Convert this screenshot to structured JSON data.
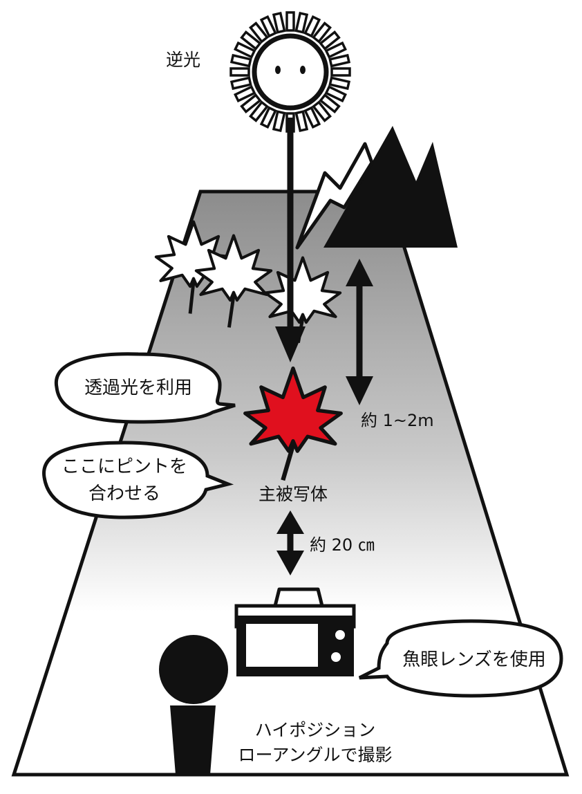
{
  "labels": {
    "backlight": "逆光",
    "transmitted_light": "透過光を利用",
    "focus_line1": "ここにピントを",
    "focus_line2": "合わせる",
    "subject": "主被写体",
    "distance_background": "約 1~2m",
    "distance_subject": "約 20 ㎝",
    "fisheye_lens": "魚眼レンズを使用",
    "position_line1": "ハイポジション",
    "position_line2": "ローアングルで撮影"
  },
  "colors": {
    "subject_leaf": "#e0101e",
    "ink": "#111111",
    "ground_top": "#8c8c8c",
    "ground_bottom": "#ffffff"
  },
  "icons": [
    "sun-icon",
    "mountain-icon",
    "maple-leaf-icon",
    "camera-icon",
    "photographer-icon",
    "arrow-icon"
  ]
}
